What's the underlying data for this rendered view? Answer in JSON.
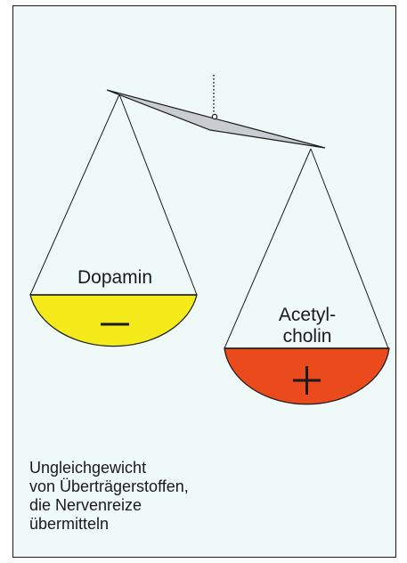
{
  "left_pan": {
    "label": "Dopamin",
    "sign": "−",
    "color": "#f5ea1a"
  },
  "right_pan": {
    "label_line1": "Acetyl-",
    "label_line2": "cholin",
    "sign": "+",
    "color": "#ea4a1c"
  },
  "caption": {
    "line1": "Ungleichgewicht",
    "line2": "von Überträgerstoffen,",
    "line3": "die Nervenreize",
    "line4": "übermitteln"
  },
  "beam_color": "#c9ccd0",
  "background_color": "#eef9f8"
}
